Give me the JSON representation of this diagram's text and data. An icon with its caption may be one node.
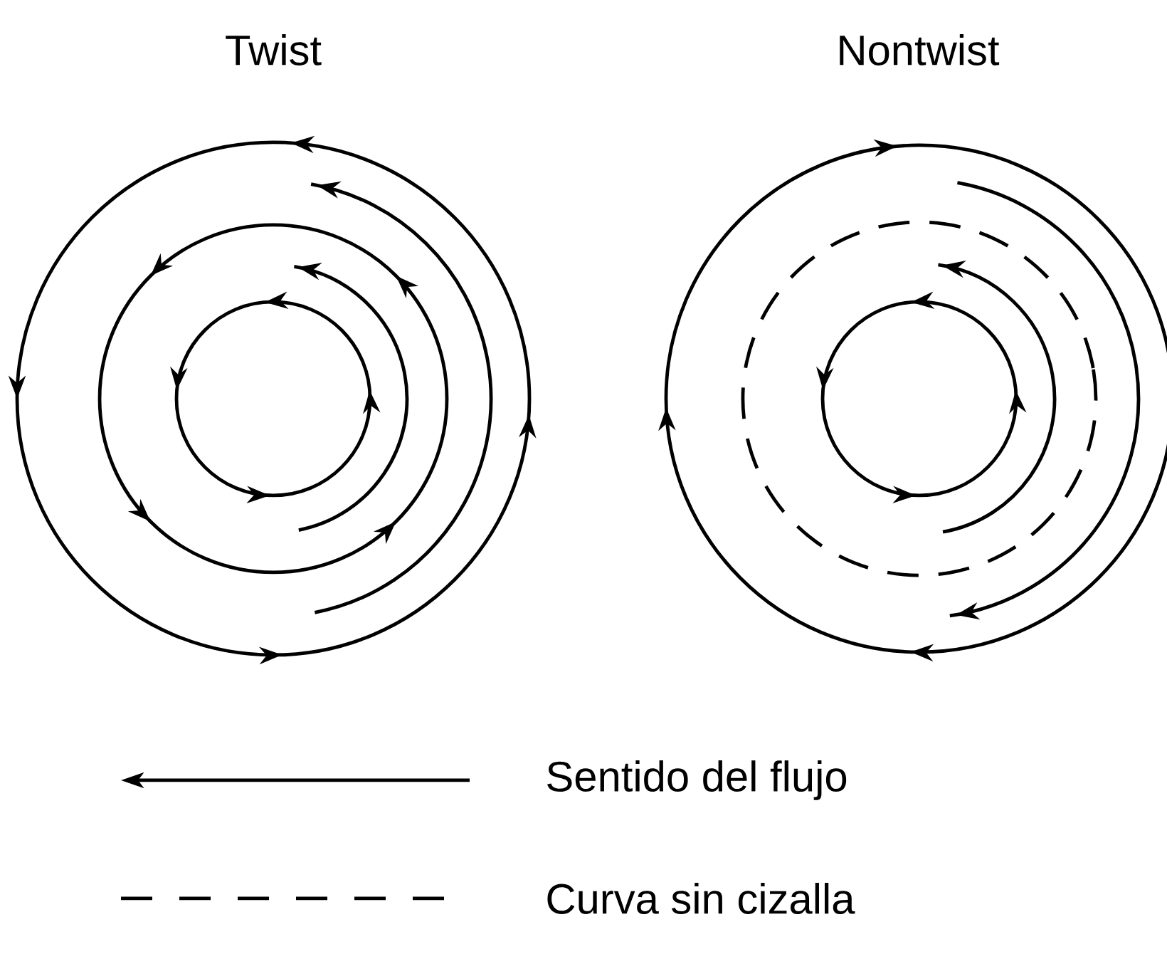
{
  "diagram": {
    "labels": [
      "Twist",
      "Nontwist"
    ],
    "legend": [
      {
        "text": "Sentido del flujo"
      },
      {
        "text": "Curva sin cizalla"
      }
    ]
  }
}
